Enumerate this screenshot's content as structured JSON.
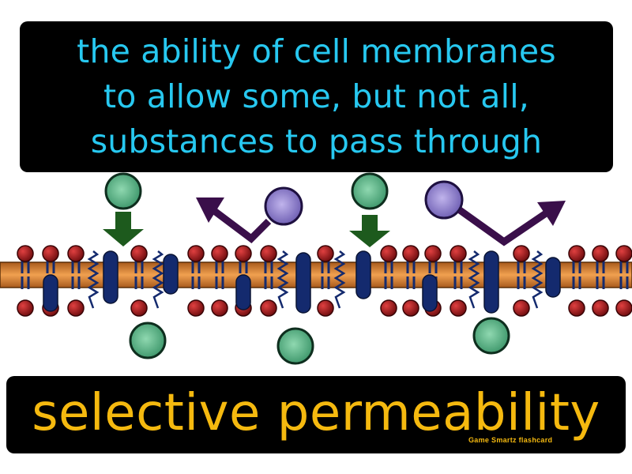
{
  "definition": {
    "lines": [
      "the ability of cell membranes",
      "to allow some, but not all,",
      "substances to pass through"
    ]
  },
  "term": "selective permeability",
  "credit": "Game Smartz flashcard",
  "colors": {
    "definition_text": "#27c8f0",
    "term_text": "#f5b90f",
    "panel_bg": "#000000",
    "membrane_core": "#e58a35",
    "phospholipid_head": "#a8191c",
    "protein": "#142a6e",
    "passing_molecule": "#3f9f72",
    "blocked_molecule": "#7f6ec0",
    "pass_arrow": "#1d5a1d",
    "block_arrow": "#3a0f4a"
  },
  "icons": [
    "passing-molecule-icon",
    "blocked-molecule-icon",
    "down-arrow-icon",
    "deflect-arrow-icon"
  ]
}
